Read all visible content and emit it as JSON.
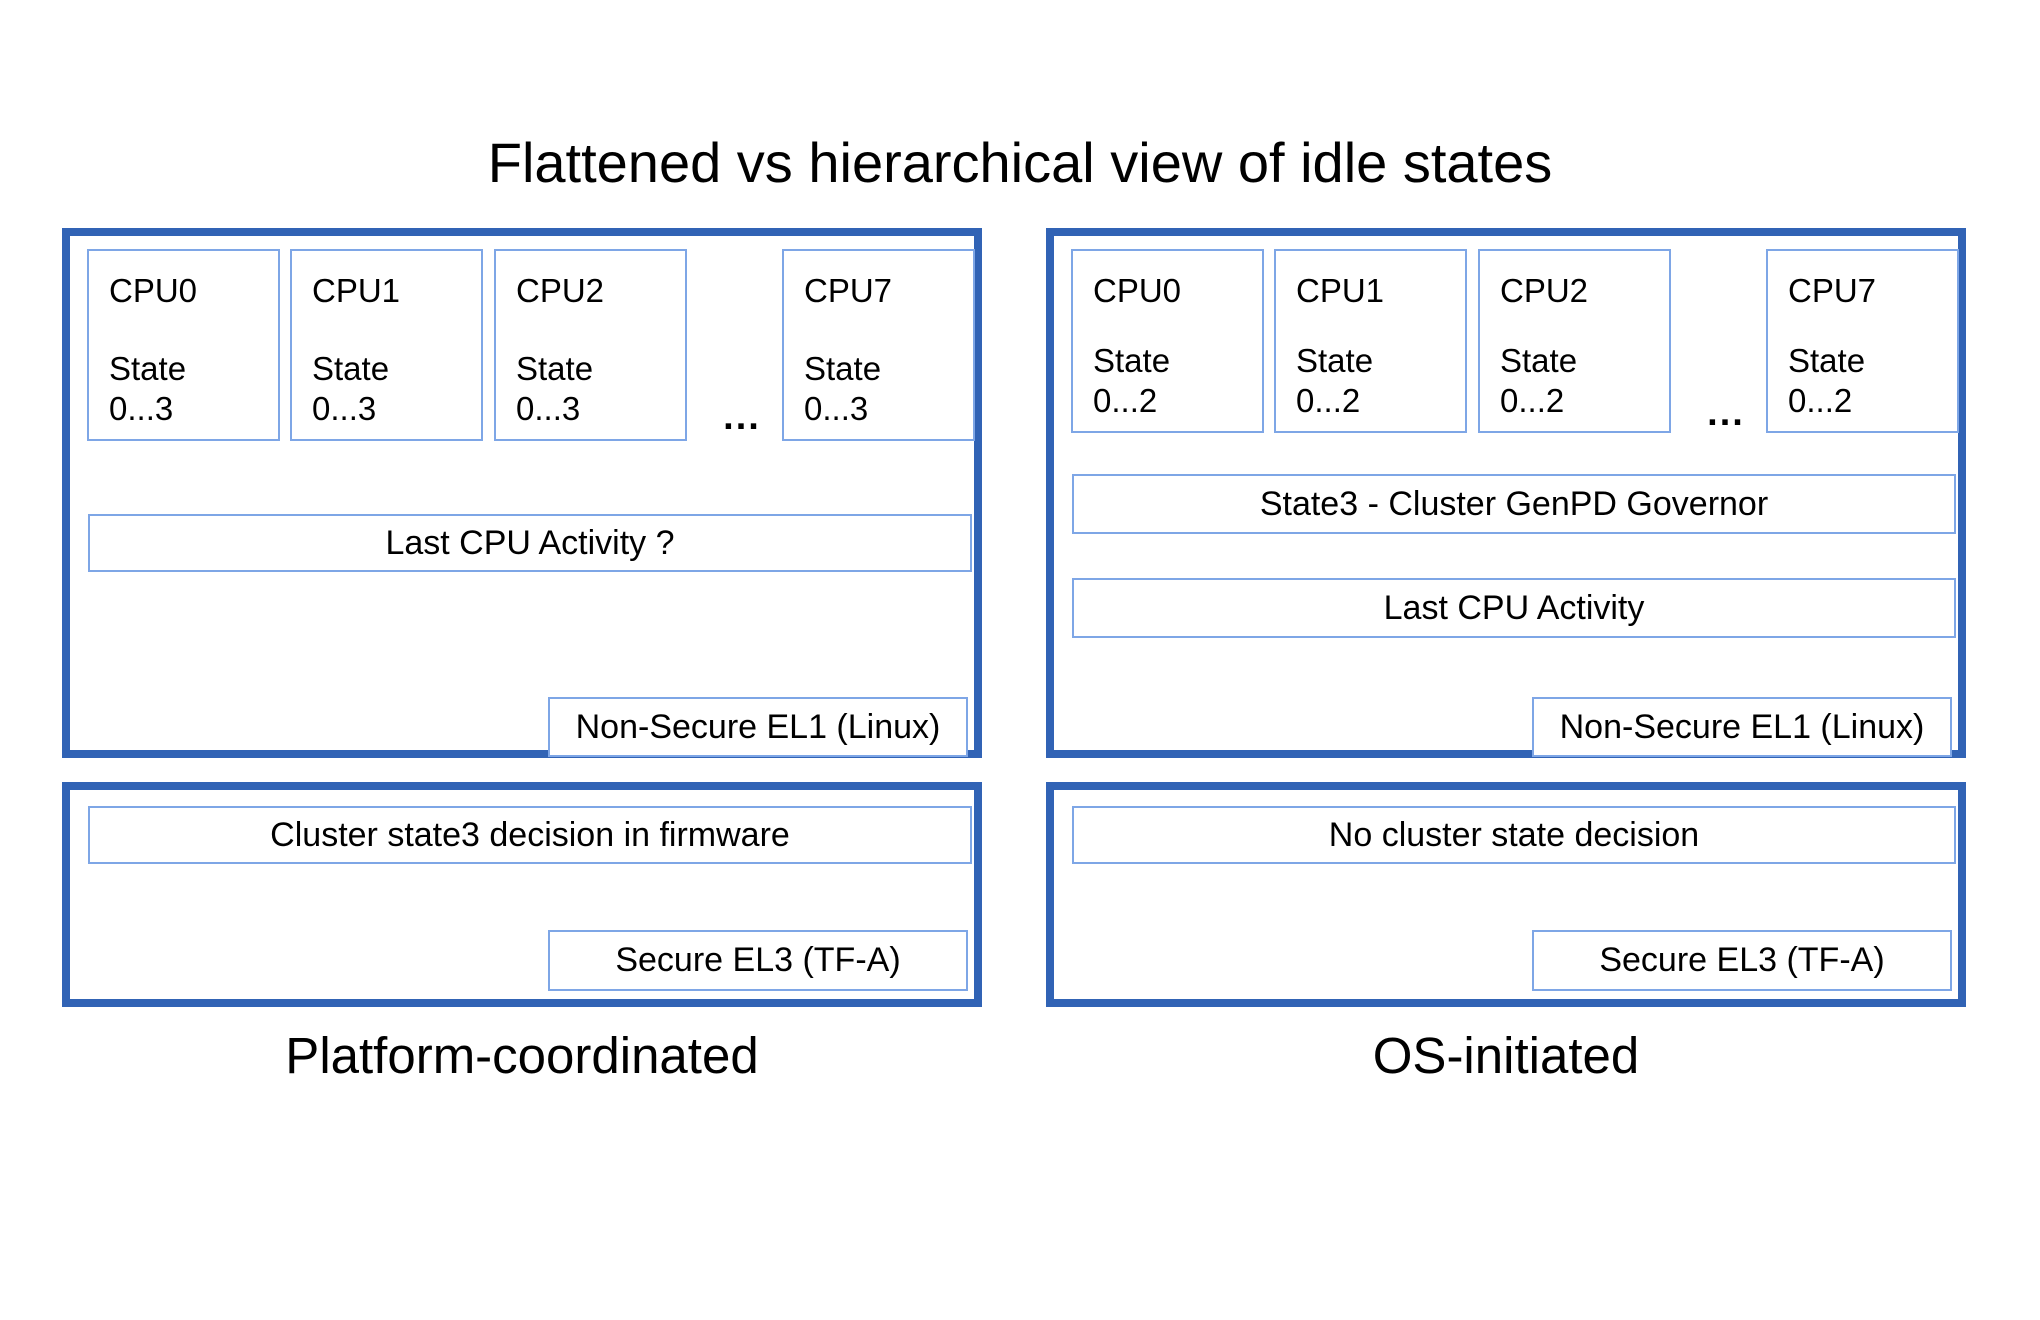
{
  "title": "Flattened vs hierarchical view of idle states",
  "ellipsis": "...",
  "colors": {
    "outer_border": "#3163B5",
    "inner_border": "#7EA6E6",
    "text": "#000000",
    "background": "#FFFFFF"
  },
  "panels": {
    "left": {
      "label": "Platform-coordinated",
      "cpus": [
        {
          "name": "CPU0",
          "state": "State\n0...3"
        },
        {
          "name": "CPU1",
          "state": "State\n0...3"
        },
        {
          "name": "CPU2",
          "state": "State\n0...3"
        },
        {
          "name": "CPU7",
          "state": "State\n0...3"
        }
      ],
      "last_cpu_activity": "Last CPU Activity ?",
      "non_secure_el1": "Non-Secure EL1 (Linux)",
      "cluster_decision": "Cluster state3 decision in firmware",
      "secure_el3": "Secure EL3 (TF-A)"
    },
    "right": {
      "label": "OS-initiated",
      "cpus": [
        {
          "name": "CPU0",
          "state": "State\n0...2"
        },
        {
          "name": "CPU1",
          "state": "State\n0...2"
        },
        {
          "name": "CPU2",
          "state": "State\n0...2"
        },
        {
          "name": "CPU7",
          "state": "State\n0...2"
        }
      ],
      "genpd_governor": "State3 - Cluster GenPD Governor",
      "last_cpu_activity": "Last CPU Activity",
      "non_secure_el1": "Non-Secure EL1 (Linux)",
      "cluster_decision": "No cluster state decision",
      "secure_el3": "Secure EL3 (TF-A)"
    }
  }
}
